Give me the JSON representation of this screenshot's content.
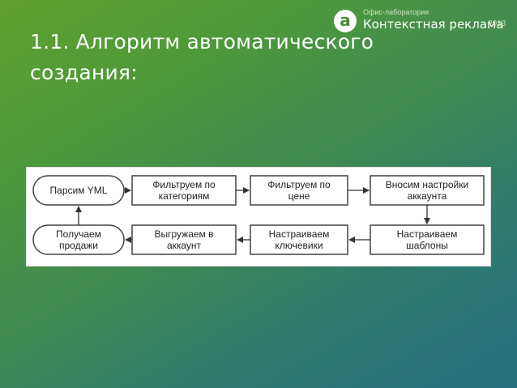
{
  "slide": {
    "title": "1.1. Алгоритм автоматического создания:"
  },
  "logo": {
    "mark": "a",
    "subtitle": "Офис-лаборатория",
    "main": "Контекстная реклама",
    "year": "2013"
  },
  "diagram": {
    "nodes": [
      {
        "id": "parse",
        "lines": [
          "Парсим YML"
        ],
        "shape": "rounded"
      },
      {
        "id": "filter-cat",
        "lines": [
          "Фильтруем по",
          "категориям"
        ],
        "shape": "rect"
      },
      {
        "id": "filter-price",
        "lines": [
          "Фильтруем по",
          "цене"
        ],
        "shape": "rect"
      },
      {
        "id": "settings",
        "lines": [
          "Вносим настройки",
          "аккаунта"
        ],
        "shape": "rect"
      },
      {
        "id": "templates",
        "lines": [
          "Настраиваем",
          "шаблоны"
        ],
        "shape": "rect"
      },
      {
        "id": "keywords",
        "lines": [
          "Настраиваем",
          "ключевики"
        ],
        "shape": "rect"
      },
      {
        "id": "upload",
        "lines": [
          "Выгружаем в",
          "аккаунт"
        ],
        "shape": "rect"
      },
      {
        "id": "sales",
        "lines": [
          "Получаем",
          "продажи"
        ],
        "shape": "rounded"
      }
    ],
    "edges": [
      [
        "parse",
        "filter-cat"
      ],
      [
        "filter-cat",
        "filter-price"
      ],
      [
        "filter-price",
        "settings"
      ],
      [
        "settings",
        "templates"
      ],
      [
        "templates",
        "keywords"
      ],
      [
        "keywords",
        "upload"
      ],
      [
        "upload",
        "sales"
      ],
      [
        "sales",
        "parse"
      ]
    ]
  }
}
